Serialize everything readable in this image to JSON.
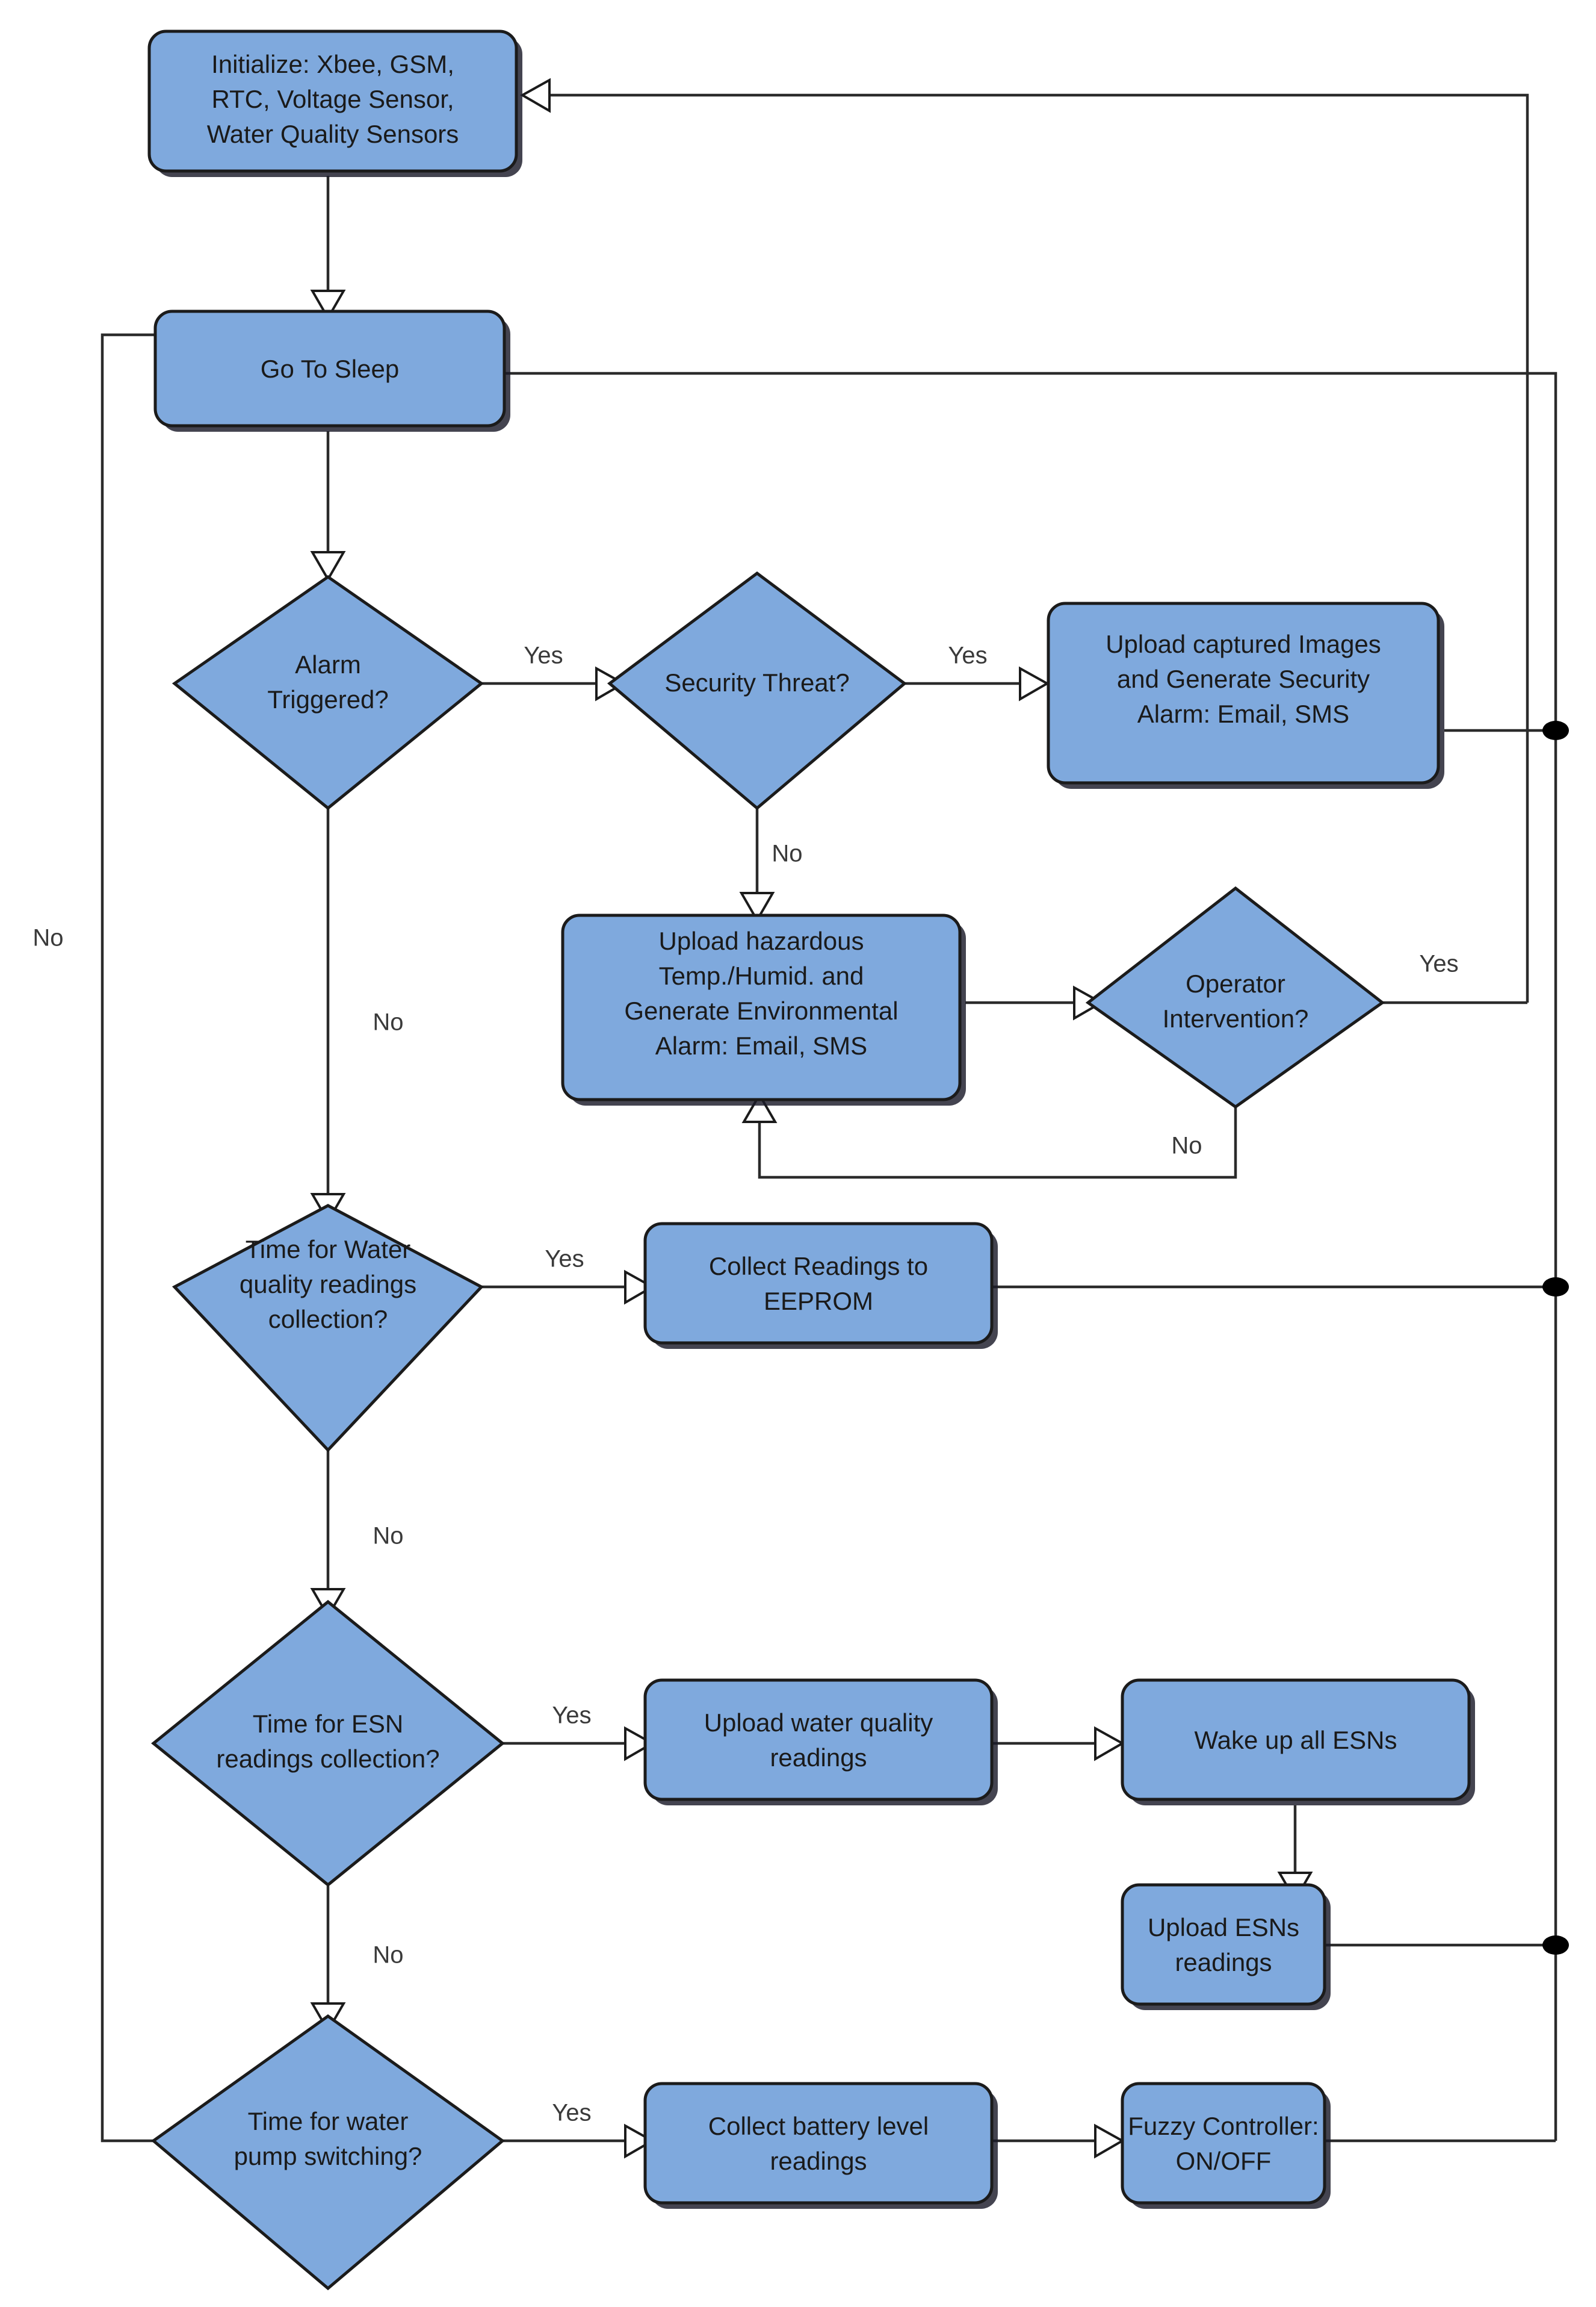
{
  "diagram": {
    "title": "Wireless sensor node main loop flowchart",
    "colors": {
      "node_fill": "#7FA9DD",
      "node_stroke": "#1b1b1b",
      "edge_stroke": "#2b2b2b",
      "background": "#ffffff",
      "junction": "#000000"
    },
    "nodes": [
      {
        "id": "initialize",
        "type": "process",
        "lines": [
          "Initialize: Xbee, GSM,",
          "RTC, Voltage Sensor,",
          "Water Quality Sensors"
        ]
      },
      {
        "id": "go-to-sleep",
        "type": "process",
        "lines": [
          "Go To Sleep"
        ]
      },
      {
        "id": "alarm-triggered",
        "type": "decision",
        "lines": [
          "Alarm",
          "Triggered?"
        ]
      },
      {
        "id": "security-threat",
        "type": "decision",
        "lines": [
          "Security Threat?"
        ]
      },
      {
        "id": "upload-security",
        "type": "process",
        "lines": [
          "Upload captured Images",
          "and Generate Security",
          "Alarm: Email, SMS"
        ]
      },
      {
        "id": "upload-environmental",
        "type": "process",
        "lines": [
          "Upload hazardous",
          "Temp./Humid. and",
          "Generate Environmental",
          "Alarm: Email, SMS"
        ]
      },
      {
        "id": "operator-intervention",
        "type": "decision",
        "lines": [
          "Operator",
          "Intervention?"
        ]
      },
      {
        "id": "time-water-quality",
        "type": "decision",
        "lines": [
          "Time for Water",
          "quality readings",
          "collection?"
        ]
      },
      {
        "id": "collect-eeprom",
        "type": "process",
        "lines": [
          "Collect Readings to",
          "EEPROM"
        ]
      },
      {
        "id": "time-esn",
        "type": "decision",
        "lines": [
          "Time for ESN",
          "readings collection?"
        ]
      },
      {
        "id": "upload-water-quality",
        "type": "process",
        "lines": [
          "Upload water quality",
          "readings"
        ]
      },
      {
        "id": "wake-esns",
        "type": "process",
        "lines": [
          "Wake up all ESNs"
        ]
      },
      {
        "id": "upload-esns",
        "type": "process",
        "lines": [
          "Upload ESNs",
          "readings"
        ]
      },
      {
        "id": "time-pump",
        "type": "decision",
        "lines": [
          "Time for water",
          "pump switching?"
        ]
      },
      {
        "id": "collect-battery",
        "type": "process",
        "lines": [
          "Collect battery level",
          "readings"
        ]
      },
      {
        "id": "fuzzy-controller",
        "type": "process",
        "lines": [
          "Fuzzy Controller:",
          "ON/OFF"
        ]
      }
    ],
    "edge_labels": [
      {
        "id": "alarm-yes",
        "text": "Yes"
      },
      {
        "id": "alarm-no",
        "text": "No"
      },
      {
        "id": "security-yes",
        "text": "Yes"
      },
      {
        "id": "security-no",
        "text": "No"
      },
      {
        "id": "operator-yes",
        "text": "Yes"
      },
      {
        "id": "operator-no",
        "text": "No"
      },
      {
        "id": "waterq-yes",
        "text": "Yes"
      },
      {
        "id": "waterq-no",
        "text": "No"
      },
      {
        "id": "esn-yes",
        "text": "Yes"
      },
      {
        "id": "esn-no",
        "text": "No"
      },
      {
        "id": "pump-yes",
        "text": "Yes"
      },
      {
        "id": "pump-no",
        "text": "No"
      }
    ]
  }
}
